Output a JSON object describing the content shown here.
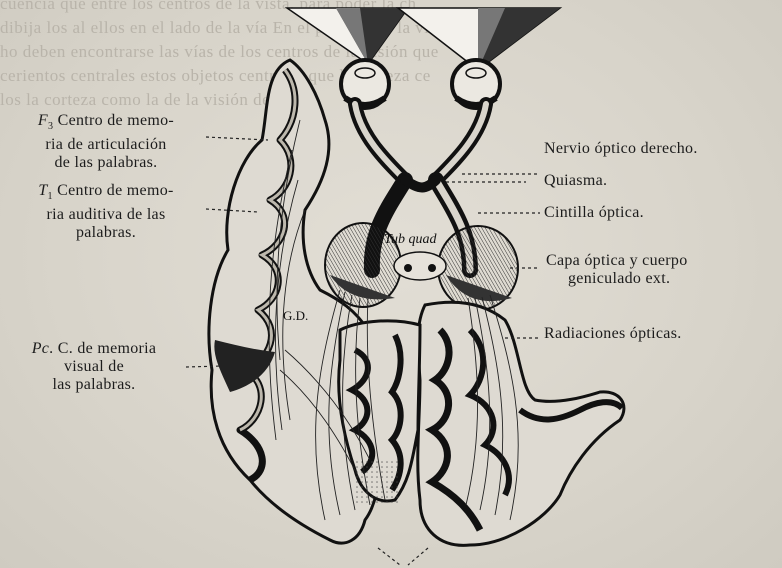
{
  "bleed_text": {
    "line1": "cuencia que entre los centros de la vista, para poder la ch",
    "line2": "dibija los al ellos en el lado de la vía En el periodo de la vi-",
    "line3": "ho deben encontrarse las vías de los centros de la visión que",
    "line4": "cerientos centrales estos objetos centrales que la corteza ce",
    "line5": "los la corteza como la de la visión del"
  },
  "figure": {
    "labels_left": {
      "f3_symbol": "F",
      "f3_sub": "3",
      "f3_line1": " Centro de memo-",
      "f3_line2": "ria de articulación",
      "f3_line3": "de las palabras.",
      "t1_symbol": "T",
      "t1_sub": "1",
      "t1_line1": " Centro de memo-",
      "t1_line2": "ria auditiva de las",
      "t1_line3": "palabras.",
      "pc_symbol": "Pc",
      "pc_line1": ". C. de memoria",
      "pc_line2": "visual de",
      "pc_line3": "las palabras."
    },
    "labels_right": {
      "nervio": "Nervio óptico derecho.",
      "quiasma": "Quiasma.",
      "cintilla": "Cintilla óptica.",
      "capa_line1": "Capa óptica y cuerpo",
      "capa_line2": "geniculado ext.",
      "radiaciones": "Radiaciones ópticas."
    },
    "inner_labels": {
      "tub_quad": "Tub quad",
      "gd": "G.D."
    }
  }
}
